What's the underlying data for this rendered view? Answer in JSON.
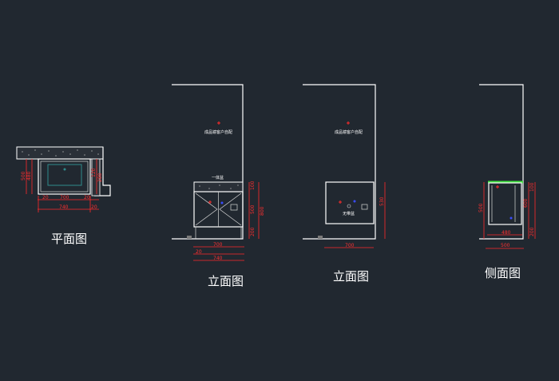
{
  "titles": {
    "plan": "平面图",
    "elevation_1": "立面图",
    "elevation_2": "立面图",
    "side": "侧面图"
  },
  "notes": {
    "mirror_cabinet_1": "成品镜客户自配",
    "mirror_cabinet_2": "成品镜客户自配",
    "basin_label": "一体盆",
    "no_basin_label": "无带盆"
  },
  "plan_dims": {
    "left_20": "20",
    "mid_700": "700",
    "right_20": "20",
    "total_740": "740",
    "right_end_20": "20",
    "depth_a": "500",
    "depth_b": "480",
    "side_a": "120",
    "side_b": "280"
  },
  "elev1_dims": {
    "width_700": "700",
    "left_20": "20",
    "total_740": "740",
    "h_100": "100",
    "h_500": "500",
    "h_200": "200",
    "h_total": "800"
  },
  "elev2_dims": {
    "width_700": "700",
    "h_530": "530"
  },
  "side_dims": {
    "top_500": "500",
    "mid_480": "480",
    "h_left": "500",
    "h_right": "600",
    "h_small": "200",
    "top_small": "100"
  },
  "colors": {
    "background": "#212830",
    "lines": "#ffffff",
    "dimensions": "#ff2a2a",
    "basin": "#2e8b8b",
    "countertop": "#40e040",
    "marker": "#3a4cff"
  }
}
